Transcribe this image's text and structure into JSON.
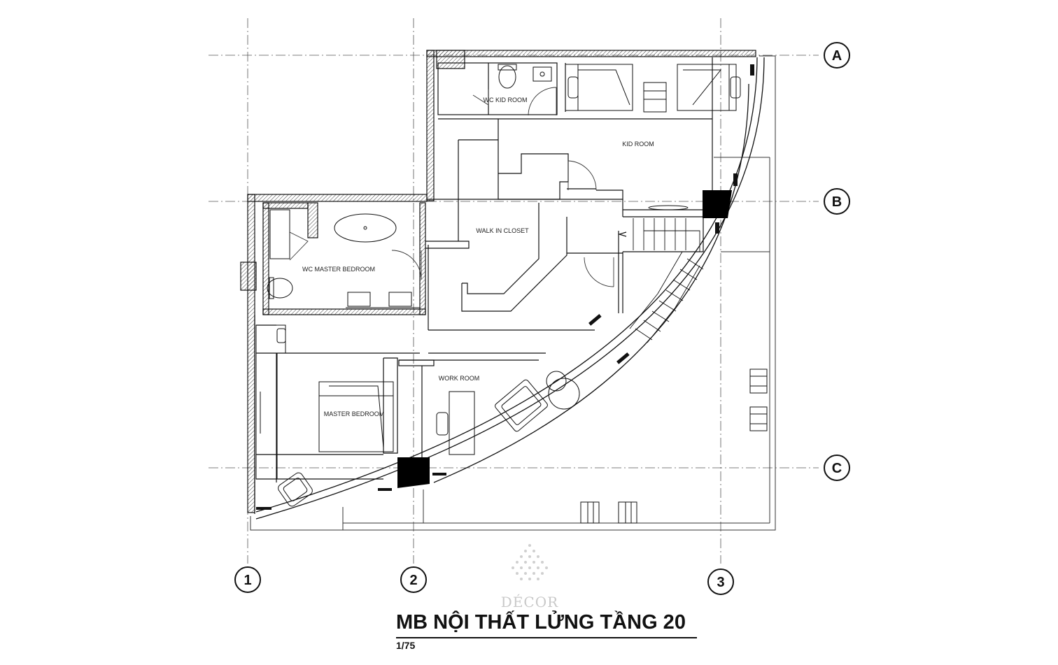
{
  "drawing": {
    "title": "MB NỘI THẤT LỬNG TẦNG 20",
    "scale": "1/75"
  },
  "grid_axes": {
    "rows": [
      "A",
      "B",
      "C"
    ],
    "columns": [
      "1",
      "2",
      "3"
    ]
  },
  "rooms": {
    "wc_kid_room": "WC KID ROOM",
    "kid_room": "KID ROOM",
    "walk_in_closet": "WALK IN CLOSET",
    "wc_master_bedroom": "WC MASTER BEDROOM",
    "master_bedroom": "MASTER BEDROOM",
    "work_room": "WORK ROOM"
  },
  "watermark": {
    "text": "DÉCOR"
  },
  "colors": {
    "line": "#111111",
    "wall_fill": "#ffffff",
    "column_fill": "#000000",
    "watermark": "#c9c9c9"
  }
}
